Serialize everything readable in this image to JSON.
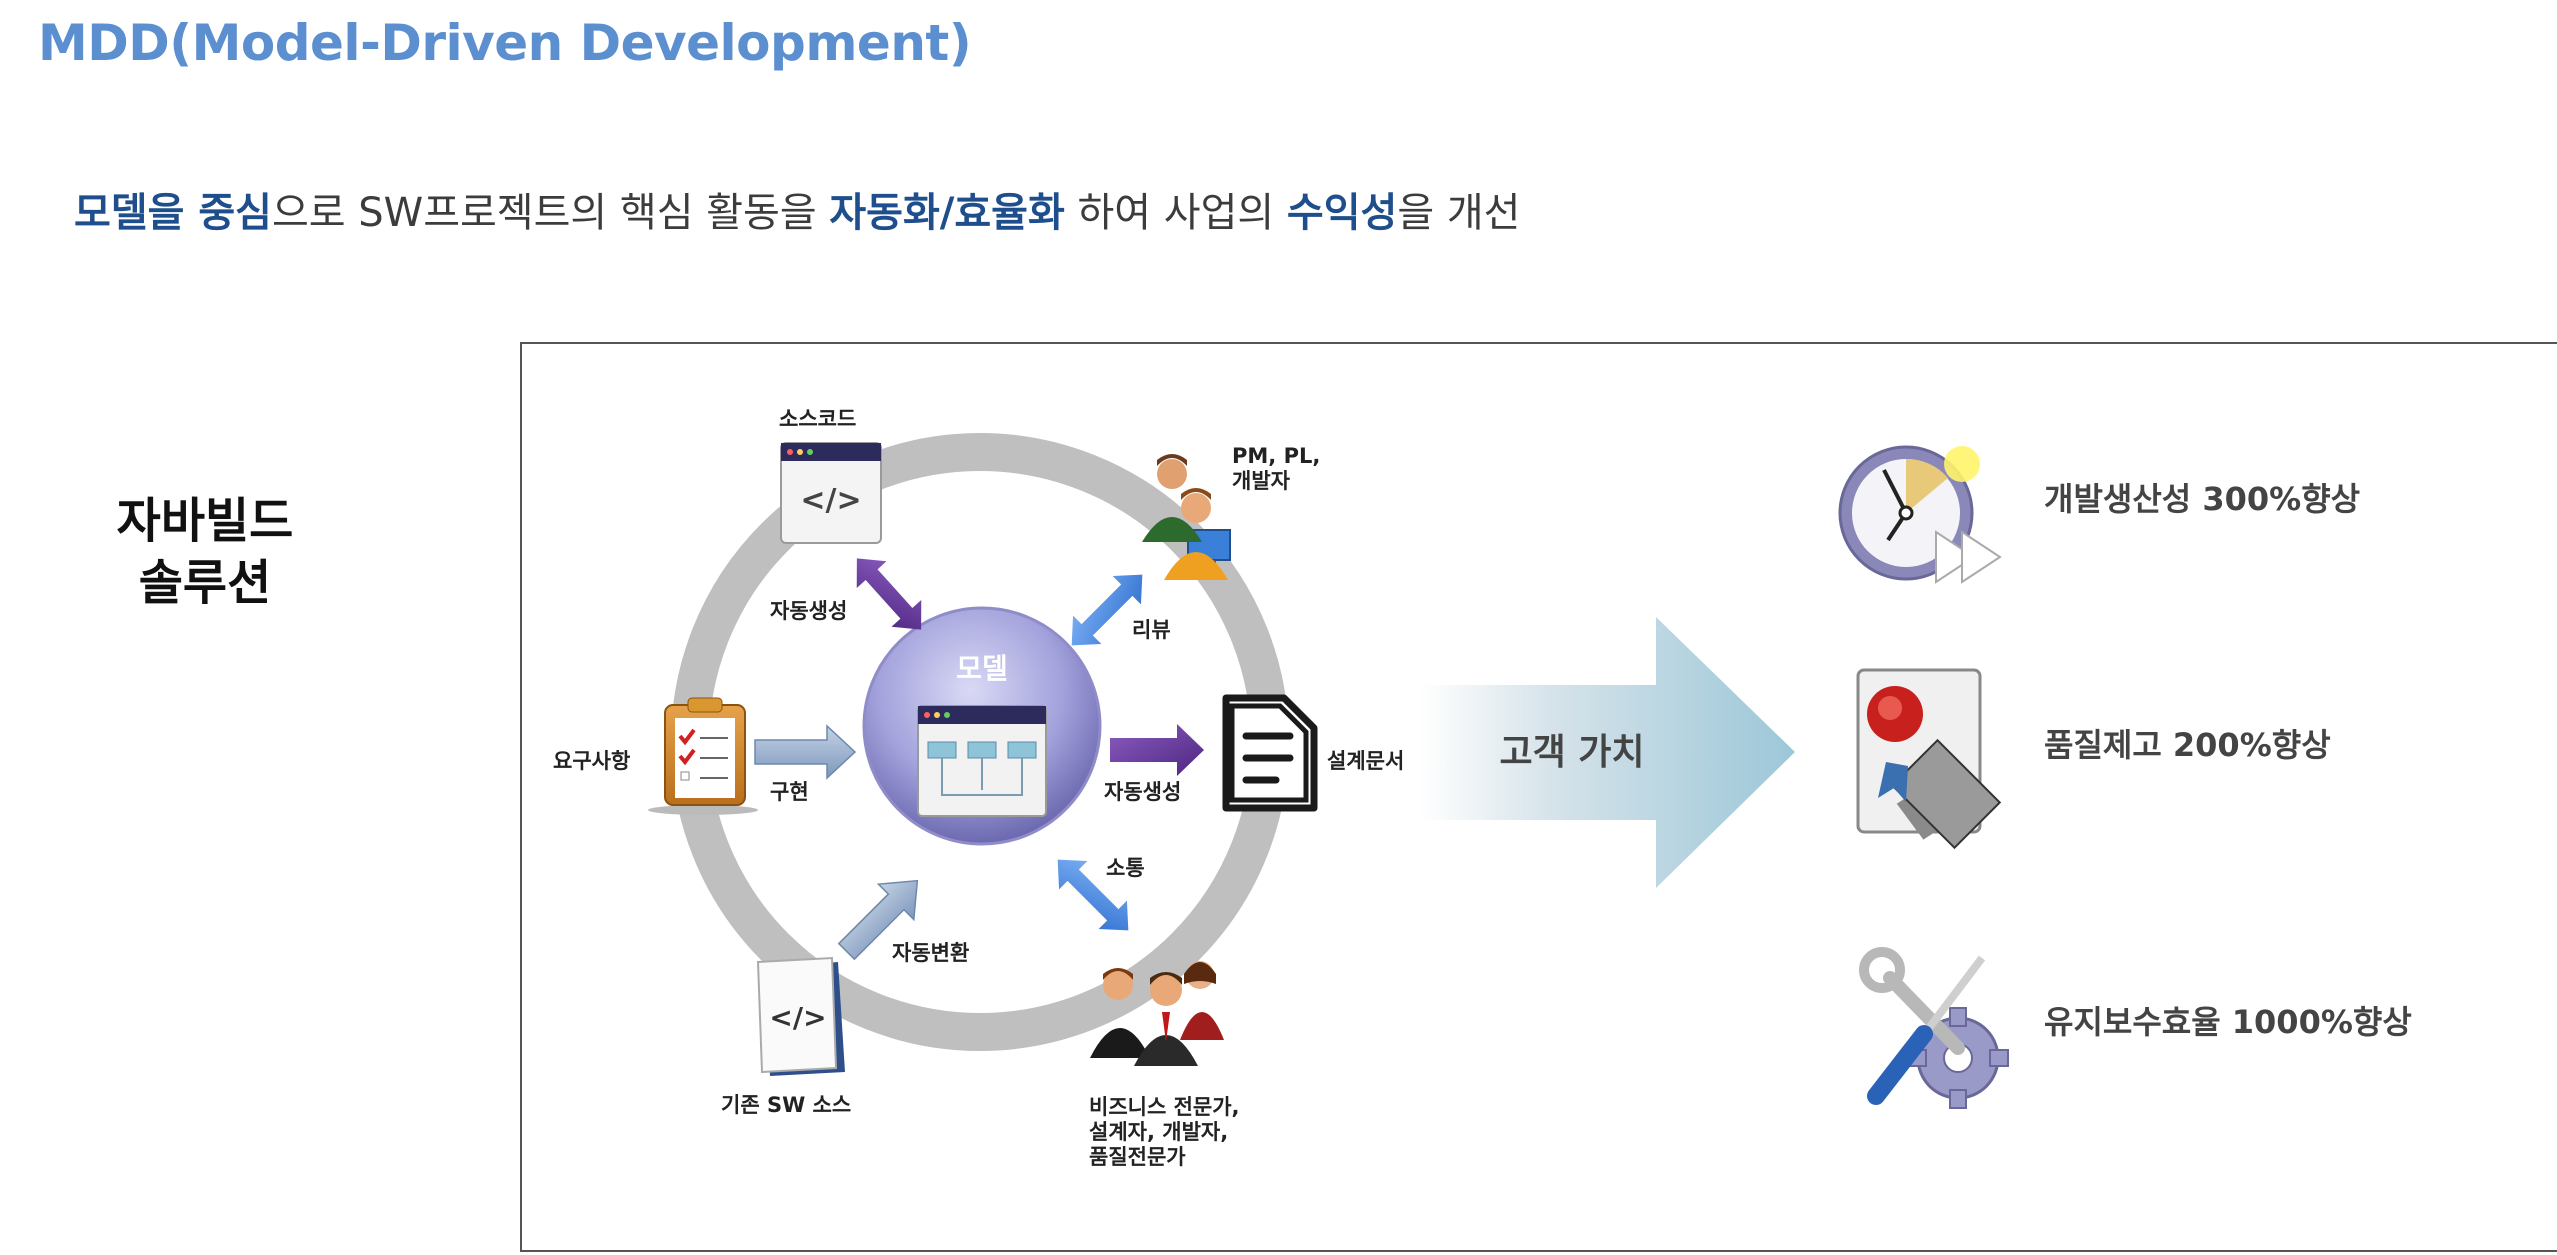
{
  "title": "MDD(Model-Driven Development)",
  "tagline": {
    "part1": "모델을 중심",
    "part2": "으로 SW프로젝트의 핵심 활동을 ",
    "part3": "자동화/효율화",
    "part4": " 하여 사업의 ",
    "part5": "수익성",
    "part6": "을 개선"
  },
  "side_label": {
    "line1": "자바빌드",
    "line2": "솔루션"
  },
  "cycle": {
    "center": "모델",
    "source_code": "소스코드",
    "pm_pl": "PM, PL,",
    "developer": "개발자",
    "requirements": "요구사항",
    "design_doc": "설계문서",
    "legacy_source": "기존 SW 소스",
    "business_line1": "비즈니스 전문가,",
    "business_line2": "설계자, 개발자,",
    "business_line3": "품질전문가",
    "edge_autogen_code": "자동생성",
    "edge_review": "리뷰",
    "edge_implement": "구현",
    "edge_autogen_doc": "자동생성",
    "edge_communicate": "소통",
    "edge_autoconvert": "자동변환",
    "code_glyph": "</>"
  },
  "value_arrow": "고객 가치",
  "benefits": [
    {
      "label": "개발생산성 300%향상",
      "icon": "clock-icon"
    },
    {
      "label": "품질제고 200%향상",
      "icon": "certificate-icon"
    },
    {
      "label": "유지보수효율 1000%향상",
      "icon": "tools-gear-icon"
    }
  ],
  "colors": {
    "title": "#5b8fd0",
    "emphasis": "#1f4e8c",
    "purple_arrow": "#6a3c9a",
    "blue_arrow": "#4b8de0",
    "steel_arrow": "#8ca6c6",
    "value_arrow": "#9cc7d8"
  }
}
